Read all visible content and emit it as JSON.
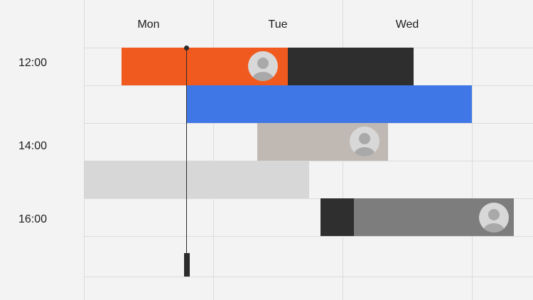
{
  "calendar": {
    "days": [
      {
        "label": "Mon"
      },
      {
        "label": "Tue"
      },
      {
        "label": "Wed"
      }
    ],
    "time_labels": [
      "12:00",
      "14:00",
      "16:00"
    ]
  },
  "events": [
    {
      "name": "event-orange",
      "color": "#f15a1f",
      "avatar": true
    },
    {
      "name": "event-dark",
      "color": "#2e2e2e",
      "avatar": false
    },
    {
      "name": "event-blue",
      "color": "#3f78e6",
      "avatar": false
    },
    {
      "name": "event-taupe",
      "color": "#c0b9b3",
      "avatar": true
    },
    {
      "name": "event-light-gray",
      "color": "#d7d7d7",
      "avatar": false
    },
    {
      "name": "event-dark-small",
      "color": "#2f2f2f",
      "avatar": false
    },
    {
      "name": "event-gray",
      "color": "#7d7d7d",
      "avatar": true
    }
  ],
  "icons": {
    "avatar": "user-avatar-icon"
  }
}
